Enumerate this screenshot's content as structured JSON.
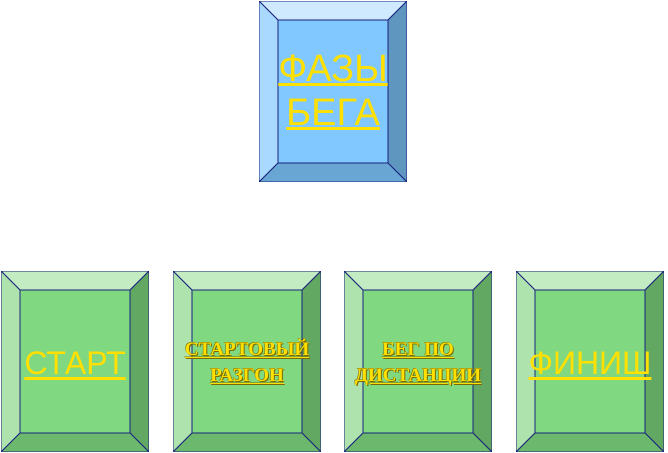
{
  "diagram": {
    "root": {
      "label_line1": "ФАЗЫ",
      "label_line2": "БЕГА"
    },
    "phases": [
      {
        "label_line1": "СТАРТ",
        "label_line2": ""
      },
      {
        "label_line1": "СТАРТОВЫЙ",
        "label_line2": "РАЗГОН"
      },
      {
        "label_line1": "БЕГ ПО",
        "label_line2": "ДИСТАНЦИИ"
      },
      {
        "label_line1": "ФИНИШ",
        "label_line2": ""
      }
    ]
  },
  "colors": {
    "root_face": "#80c8ff",
    "phase_face": "#80d880",
    "outline": "#1a237e",
    "label_text": "#ffe000"
  }
}
